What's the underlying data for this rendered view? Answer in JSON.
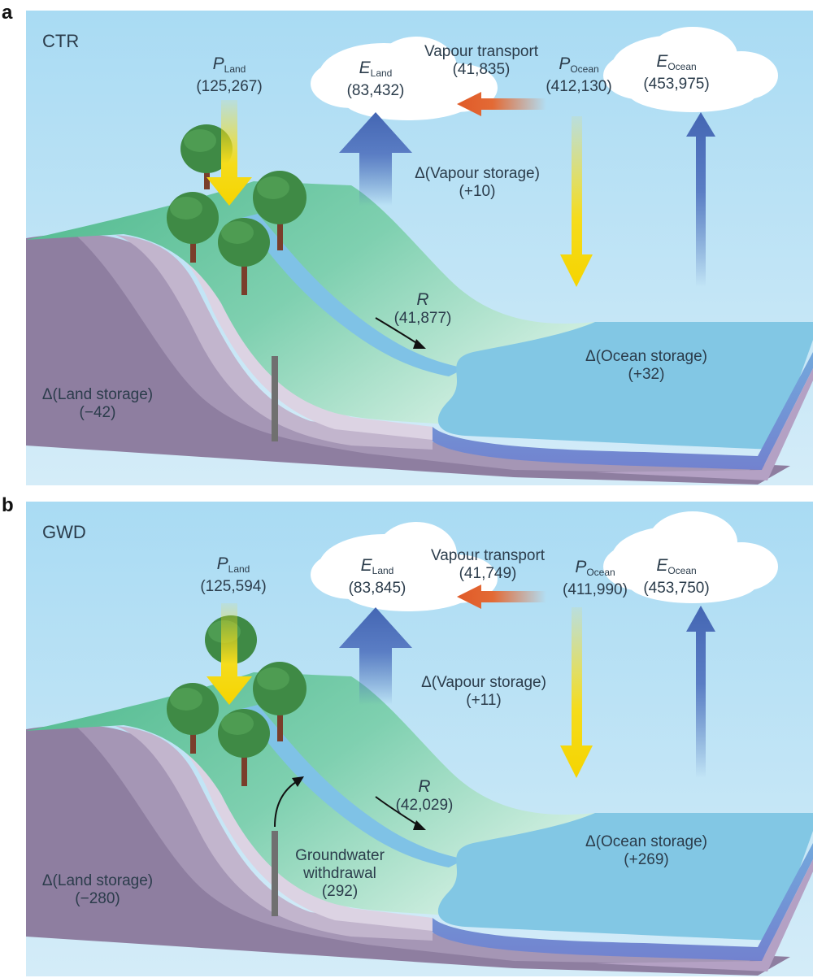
{
  "panels": [
    {
      "letter": "a",
      "scenario": "CTR",
      "p_land": {
        "symbol": "P",
        "sub": "Land",
        "value": "(125,267)"
      },
      "e_land": {
        "symbol": "E",
        "sub": "Land",
        "value": "(83,432)"
      },
      "vapour_transport": {
        "label": "Vapour transport",
        "value": "(41,835)"
      },
      "p_ocean": {
        "symbol": "P",
        "sub": "Ocean",
        "value": "(412,130)"
      },
      "e_ocean": {
        "symbol": "E",
        "sub": "Ocean",
        "value": "(453,975)"
      },
      "vapour_storage": {
        "label": "Δ(Vapour storage)",
        "value": "(+10)"
      },
      "runoff": {
        "symbol": "R",
        "value": "(41,877)"
      },
      "ocean_storage": {
        "label": "Δ(Ocean storage)",
        "value": "(+32)"
      },
      "land_storage": {
        "label": "Δ(Land storage)",
        "value": "(−42)"
      }
    },
    {
      "letter": "b",
      "scenario": "GWD",
      "p_land": {
        "symbol": "P",
        "sub": "Land",
        "value": "(125,594)"
      },
      "e_land": {
        "symbol": "E",
        "sub": "Land",
        "value": "(83,845)"
      },
      "vapour_transport": {
        "label": "Vapour transport",
        "value": "(41,749)"
      },
      "p_ocean": {
        "symbol": "P",
        "sub": "Ocean",
        "value": "(411,990)"
      },
      "e_ocean": {
        "symbol": "E",
        "sub": "Ocean",
        "value": "(453,750)"
      },
      "vapour_storage": {
        "label": "Δ(Vapour storage)",
        "value": "(+11)"
      },
      "runoff": {
        "symbol": "R",
        "value": "(42,029)"
      },
      "ocean_storage": {
        "label": "Δ(Ocean storage)",
        "value": "(+269)"
      },
      "land_storage": {
        "label": "Δ(Land storage)",
        "value": "(−280)"
      },
      "groundwater_withdrawal": {
        "label_line1": "Groundwater",
        "label_line2": "withdrawal",
        "value": "(292)"
      }
    }
  ],
  "colors": {
    "sky": "#abdcf3",
    "sky_light": "#d3ecf8",
    "land_green": "#5fc39a",
    "ocean": "#82c7e4",
    "ocean_deep": "#7384cf",
    "bedrock": "#8d7c9e",
    "evap_arrow": "#4a6fb8",
    "precip_arrow": "#f5dc1c",
    "transport_arrow": "#e36a35",
    "text": "#2b3c4b"
  }
}
